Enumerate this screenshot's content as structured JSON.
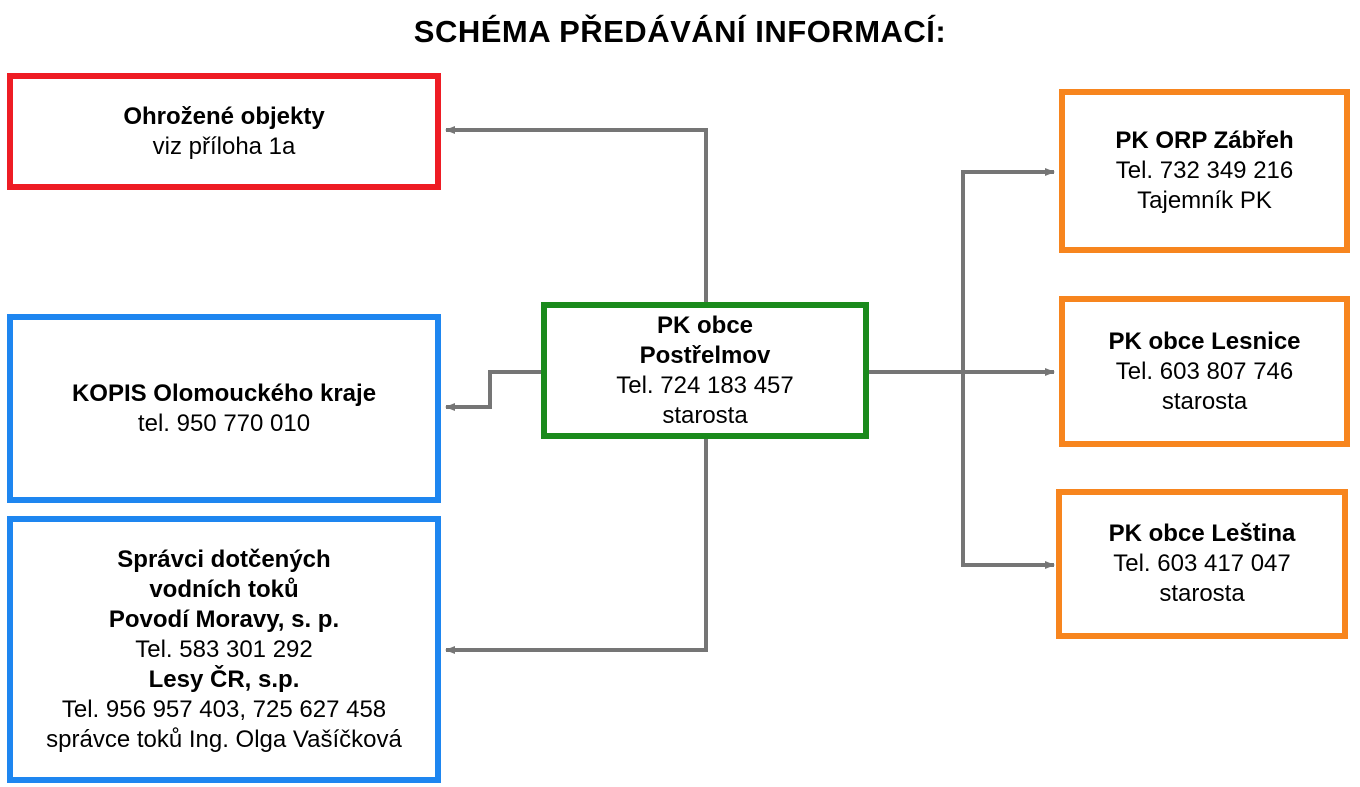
{
  "title": "SCHÉMA PŘEDÁVÁNÍ INFORMACÍ:",
  "center": {
    "name_line1": "PK obce",
    "name_line2": "Postřelmov",
    "phone": "Tel. 724 183 457",
    "role": "starosta",
    "border_color": "#1a8a1c"
  },
  "left": {
    "threatened": {
      "name": "Ohrožené objekty",
      "note": "viz příloha 1a",
      "border_color": "#ee1c24"
    },
    "kopis": {
      "name": "KOPIS Olomouckého kraje",
      "phone": "tel. 950 770 010",
      "border_color": "#1e86f0"
    },
    "water": {
      "heading_line1": "Správci dotčených",
      "heading_line2": "vodních toků",
      "org1": "Povodí Moravy, s. p.",
      "org1_phone": "Tel. 583 301 292",
      "org2": "Lesy ČR, s.p.",
      "org2_phone": "Tel. 956 957 403, 725 627 458",
      "org2_contact": "správce toků Ing. Olga Vašíčková",
      "border_color": "#1e86f0"
    }
  },
  "right": {
    "zabreh": {
      "name": "PK ORP Zábřeh",
      "phone": "Tel. 732 349 216",
      "role": "Tajemník PK",
      "border_color": "#f7851e"
    },
    "lesnice": {
      "name": "PK obce Lesnice",
      "phone": "Tel. 603 807 746",
      "role": "starosta",
      "border_color": "#f7851e"
    },
    "lestina": {
      "name": "PK obce Leština",
      "phone": "Tel. 603 417 047",
      "role": "starosta",
      "border_color": "#f7851e"
    }
  },
  "connector_color": "#757575"
}
